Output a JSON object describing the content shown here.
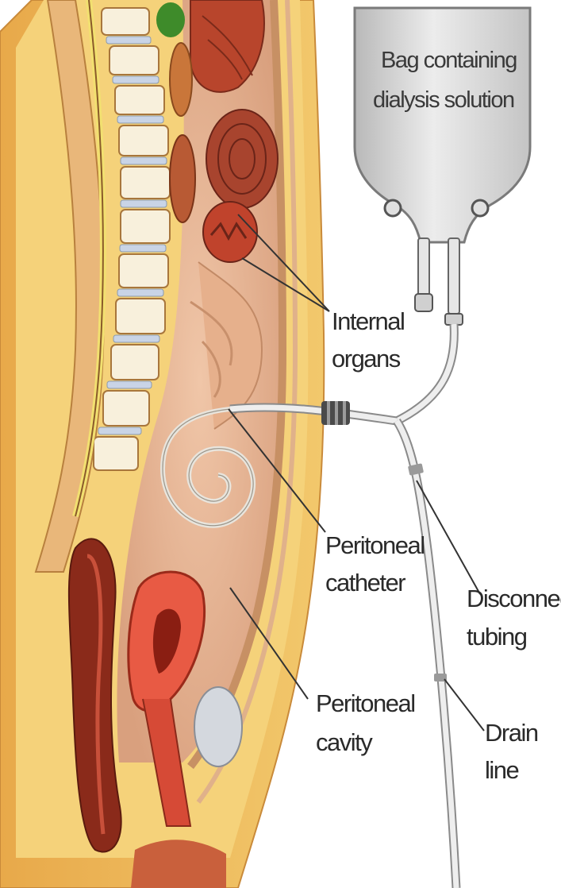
{
  "diagram": {
    "bag_label": [
      "Bag containing",
      "dialysis solution"
    ],
    "labels": {
      "internal_organs": [
        "Internal",
        "organs"
      ],
      "peritoneal_catheter": [
        "Peritoneal",
        "catheter"
      ],
      "disconnect_tubing": [
        "Disconnect",
        "tubing"
      ],
      "peritoneal_cavity": [
        "Peritoneal",
        "cavity"
      ],
      "drain_line": [
        "Drain",
        "line"
      ]
    }
  }
}
